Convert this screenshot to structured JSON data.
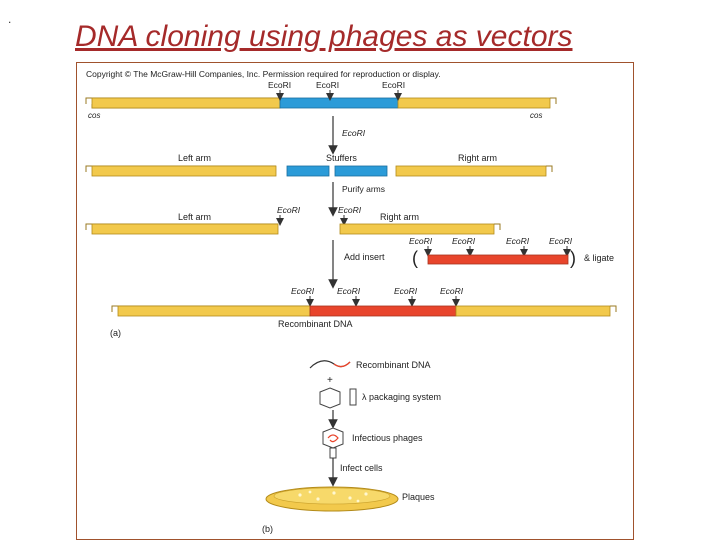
{
  "page": {
    "dot": ".",
    "title": "DNA cloning using  phages as vectors"
  },
  "figure": {
    "copyright": "Copyright © The McGraw-Hill Companies, Inc. Permission required for reproduction or display.",
    "enzyme": "EcoRI",
    "cos": "cos",
    "step1": "EcoRI",
    "left_arm": "Left arm",
    "stuffers": "Stuffers",
    "right_arm": "Right arm",
    "step2": "Purify arms",
    "step3": "Add insert",
    "ligate": "& ligate",
    "recombinant": "Recombinant DNA",
    "panel_a": "(a)",
    "panel_b": "(b)",
    "plus": "+",
    "packaging": "λ packaging system",
    "infectious": "Infectious phages",
    "infect_cells": "Infect cells",
    "plaques": "Plaques"
  },
  "colors": {
    "arm": "#f2c94c",
    "arm_edge": "#b38b1a",
    "stuffer": "#2b9bd8",
    "insert": "#e8452c",
    "title": "#a52a2a",
    "plate": "#f2c94c"
  }
}
